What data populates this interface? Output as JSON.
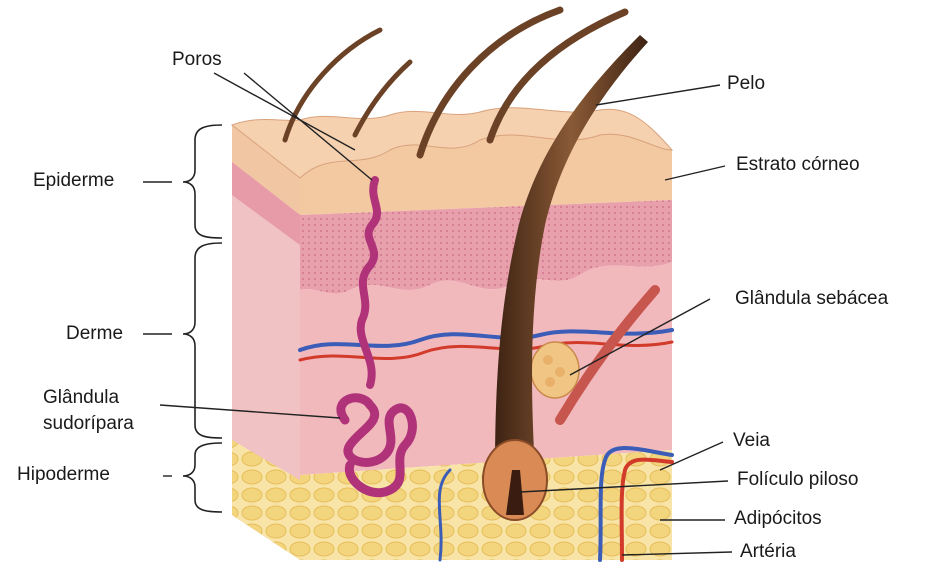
{
  "labels": {
    "poros": "Poros",
    "pelo": "Pelo",
    "epiderme": "Epiderme",
    "estrato_corneo": "Estrato córneo",
    "derme": "Derme",
    "glandula_sebacea": "Glândula sebácea",
    "glandula_sudoripara_line1": "Glândula",
    "glandula_sudoripara_line2": "sudorípara",
    "hipoderme": "Hipoderme",
    "veia": "Veia",
    "foliculo_piloso": "Folículo piloso",
    "adipocitos": "Adipócitos",
    "arteria": "Artéria"
  },
  "colors": {
    "epidermis_top": "#f3c9a2",
    "epidermis_layer": "#e89aa6",
    "dermis": "#f2b9bd",
    "hypodermis_fat": "#f6de93",
    "hair": "#6b4226",
    "sweat_gland": "#b0337a",
    "vein": "#3b5db8",
    "artery": "#d23a2a",
    "leader_line": "#222222"
  }
}
